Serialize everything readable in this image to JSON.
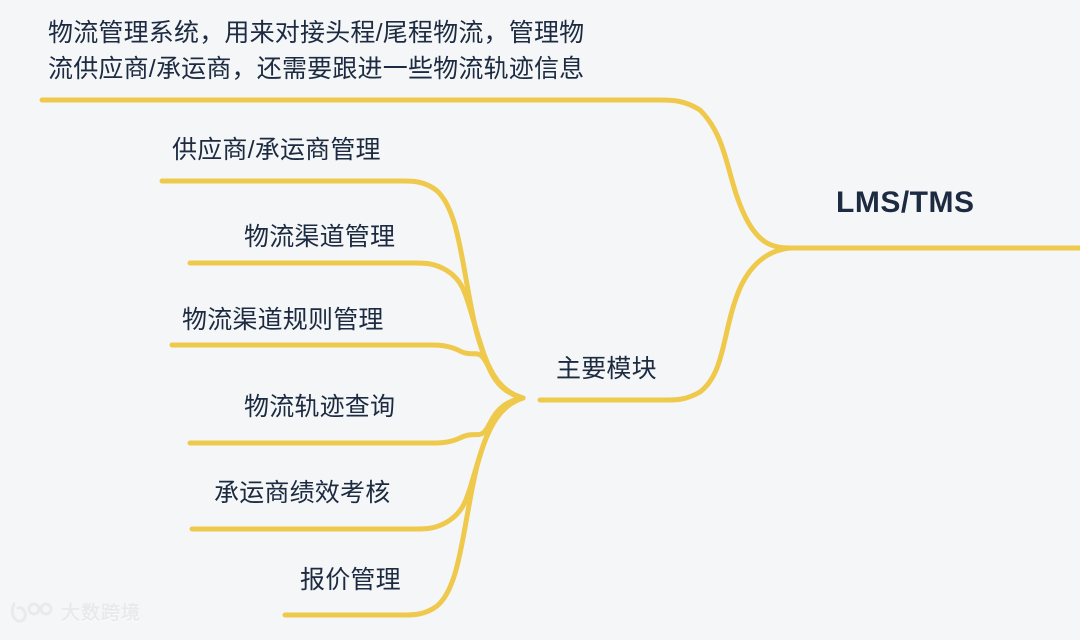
{
  "diagram": {
    "type": "mindmap",
    "orientation": "right-root",
    "background_color": "#f5f6f7",
    "line_color": "#efc94c",
    "text_color": "#1c2b41",
    "root": {
      "label": "LMS/TMS"
    },
    "description": {
      "line1": "物流管理系统，用来对接头程/尾程物流，管理物",
      "line2": "流供应商/承运商，还需要跟进一些物流轨迹信息"
    },
    "branch": {
      "label": "主要模块"
    },
    "leaves": [
      {
        "label": "供应商/承运商管理"
      },
      {
        "label": "物流渠道管理"
      },
      {
        "label": "物流渠道规则管理"
      },
      {
        "label": "物流轨迹查询"
      },
      {
        "label": "承运商绩效考核"
      },
      {
        "label": "报价管理"
      }
    ]
  },
  "watermark": {
    "text": "大数跨境",
    "mark": "logo-icon"
  }
}
